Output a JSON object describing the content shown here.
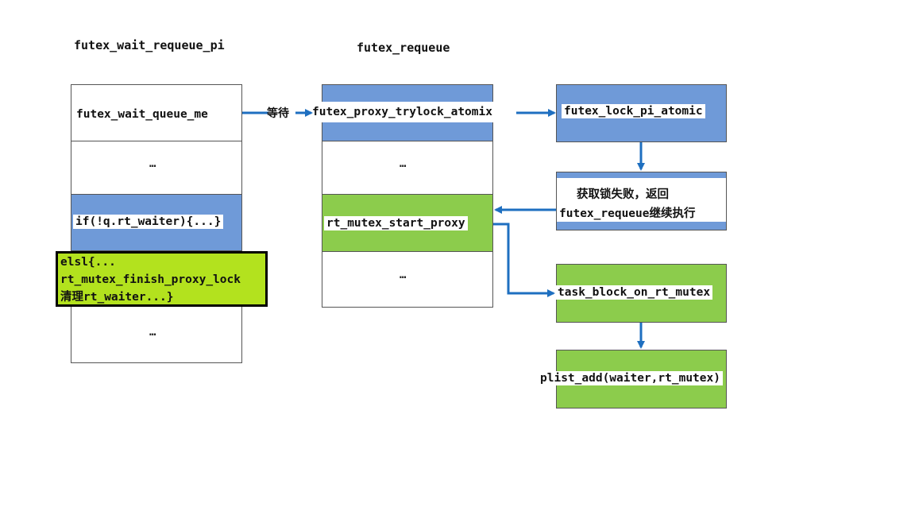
{
  "columns": {
    "left_title": "futex_wait_requeue_pi",
    "middle_title": "futex_requeue"
  },
  "left_stack": {
    "wait_queue": "futex_wait_queue_me",
    "dots_1": "…",
    "if_branch": "if(!q.rt_waiter){...}",
    "dots_2": "…"
  },
  "else_note": {
    "line1": "elsl{...",
    "line2": "rt_mutex_finish_proxy_lock",
    "line3": "清理rt_waiter...}"
  },
  "middle_stack": {
    "trylock": "futex_proxy_trylock_atomix",
    "dots_1": "…",
    "start_proxy": "rt_mutex_start_proxy",
    "dots_2": "…"
  },
  "right_chain": {
    "lock_pi": "futex_lock_pi_atomic",
    "fail_line1": "获取锁失败，返回",
    "fail_line2": "futex_requeue继续执行",
    "task_block": "task_block_on_rt_mutex",
    "plist_add": "plist_add(waiter,rt_mutex)"
  },
  "edge_labels": {
    "wait": "等待"
  },
  "colors": {
    "blue": "#6f9ad8",
    "green": "#8ccc4c",
    "note": "#b3e21e",
    "arrow": "#1e6fc0"
  }
}
